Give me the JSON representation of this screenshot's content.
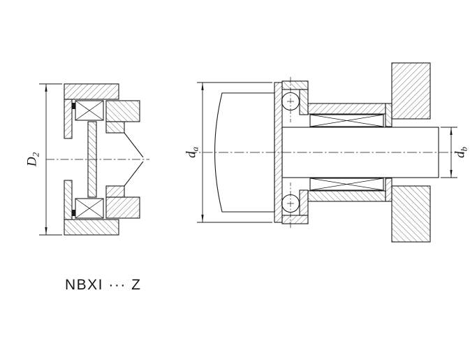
{
  "caption": "NBXI ··· Z",
  "dimensions": {
    "d2": {
      "main": "D",
      "sub": "2"
    },
    "da": {
      "main": "d",
      "sub": "a"
    },
    "db": {
      "main": "d",
      "sub": "b"
    }
  },
  "colors": {
    "line": "#1a1a1a",
    "background": "#ffffff"
  }
}
